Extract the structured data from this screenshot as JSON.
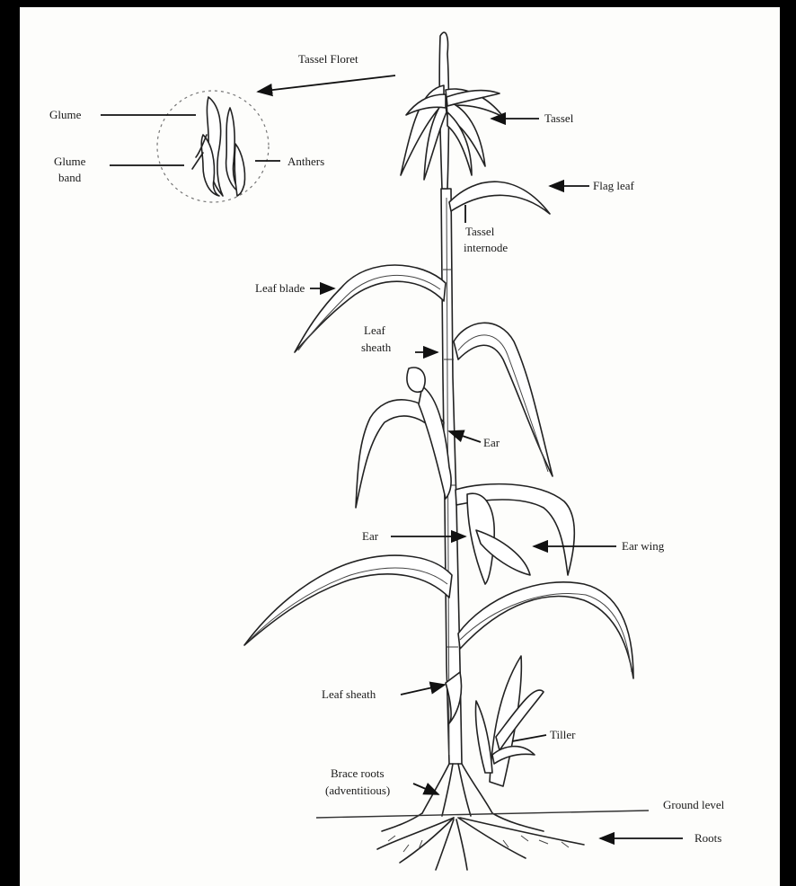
{
  "labels": {
    "tassel_floret": "Tassel Floret",
    "glume": "Glume",
    "glume_band_1": "Glume",
    "glume_band_2": "band",
    "anthers": "Anthers",
    "tassel": "Tassel",
    "flag_leaf": "Flag leaf",
    "tassel_internode_1": "Tassel",
    "tassel_internode_2": "internode",
    "leaf_blade": "Leaf blade",
    "leaf_sheath_upper_1": "Leaf",
    "leaf_sheath_upper_2": "sheath",
    "ear_upper": "Ear",
    "ear_lower": "Ear",
    "ear_wing": "Ear wing",
    "leaf_sheath_lower": "Leaf sheath",
    "tiller": "Tiller",
    "brace_roots_1": "Brace roots",
    "brace_roots_2": "(adventitious)",
    "ground_level": "Ground level",
    "roots": "Roots"
  }
}
